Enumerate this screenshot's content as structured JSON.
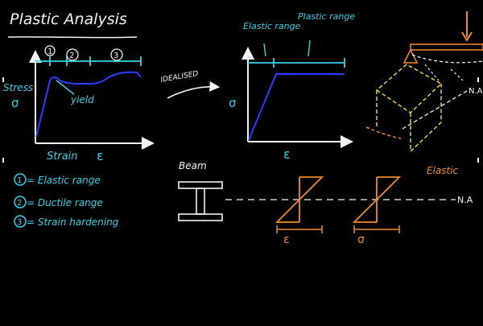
{
  "title": "Plastic Analysis",
  "colors": {
    "background": "#000000",
    "chalk_white": "#f2f2f2",
    "cyan": "#37d2e8",
    "blue_curve": "#2a3cff",
    "orange": "#f08a2a",
    "yellow": "#e8d23a"
  },
  "stress_strain_graph": {
    "y_label": "Stress",
    "y_symbol": "σ",
    "x_label": "Strain",
    "x_symbol": "ε",
    "yield_label": "yield",
    "region_markers": [
      "1",
      "2",
      "3"
    ]
  },
  "legend": [
    {
      "number": "1",
      "text": "= Elastic range"
    },
    {
      "number": "2",
      "text": "= Ductile range"
    },
    {
      "number": "3",
      "text": "= Strain hardening"
    }
  ],
  "arrow_label": "IDEALISED",
  "idealised_graph": {
    "y_symbol": "σ",
    "x_symbol": "ε",
    "elastic_label": "Elastic range",
    "plastic_label": "Plastic range"
  },
  "beam_section": {
    "beam_label": "Beam",
    "strain_symbol": "ε",
    "stress_symbol": "σ",
    "elastic_label": "Elastic",
    "neutral_axis_label": "N.A"
  },
  "beam_3d": {
    "neutral_axis_label": "N.A"
  }
}
